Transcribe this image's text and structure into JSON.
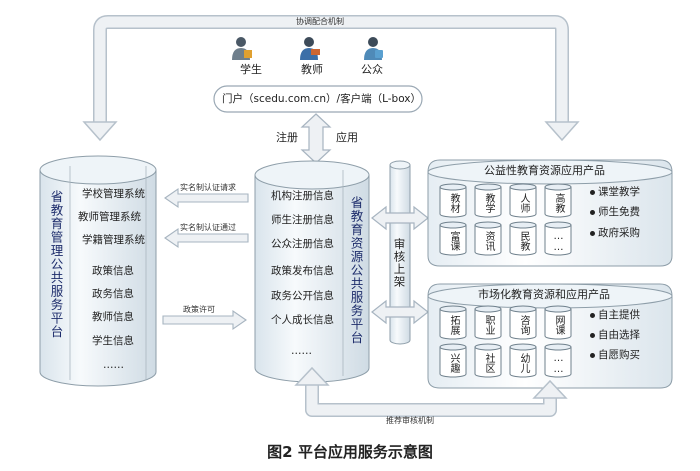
{
  "top_label": "协调配合机制",
  "users": [
    {
      "label": "学生",
      "icon": "student-icon"
    },
    {
      "label": "教师",
      "icon": "teacher-icon"
    },
    {
      "label": "公众",
      "icon": "public-icon"
    }
  ],
  "portal_label": "门户（scedu.com.cn）/客户端（L-box）",
  "register_label": "注册",
  "apply_label": "应用",
  "left_platform": {
    "title": "省教育管理公共服务平台",
    "items": [
      "学校管理系统",
      "教师管理系统",
      "学籍管理系统",
      "政策信息",
      "政务信息",
      "教师信息",
      "学生信息",
      "……"
    ]
  },
  "center_platform": {
    "title": "省教育资源公共服务平台",
    "items": [
      "机构注册信息",
      "师生注册信息",
      "公众注册信息",
      "政策发布信息",
      "政务公开信息",
      "个人成长信息",
      "……"
    ]
  },
  "arrow_labels": {
    "a1": "实名制认证请求",
    "a2": "实名制认证通过",
    "a3": "政策许可"
  },
  "review_label": "审核上架",
  "public_products": {
    "title": "公益性教育资源应用产品",
    "cylinders": [
      "教材",
      "教学",
      "人师",
      "高教",
      "富课",
      "资讯",
      "民教",
      "……"
    ],
    "bullets": [
      "课堂教学",
      "师生免费",
      "政府采购"
    ]
  },
  "market_products": {
    "title": "市场化教育资源和应用产品",
    "cylinders": [
      "拓展",
      "职业",
      "咨询",
      "网课",
      "兴趣",
      "社区",
      "幼儿",
      "……"
    ],
    "bullets": [
      "自主提供",
      "自由选择",
      "自愿购买"
    ]
  },
  "bottom_label": "推荐审核机制",
  "caption": "图2  平台应用服务示意图",
  "colors": {
    "arrow_fill": "#e9edf1",
    "arrow_stroke": "#a7b4c0",
    "cylinder_top": "#e8f0f6",
    "cylinder_body": "#f5f8fb",
    "title_text": "#1d2c6b"
  }
}
